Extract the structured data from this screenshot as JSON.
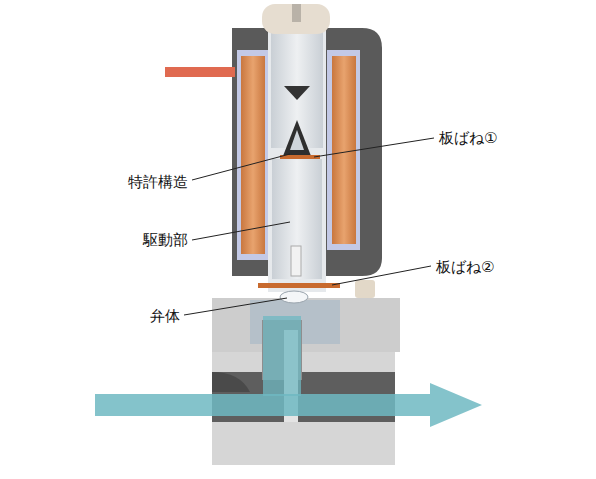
{
  "diagram": {
    "labels": [
      "板ばね①",
      "特許構造",
      "駆動部",
      "板ばね②",
      "弁体"
    ]
  }
}
